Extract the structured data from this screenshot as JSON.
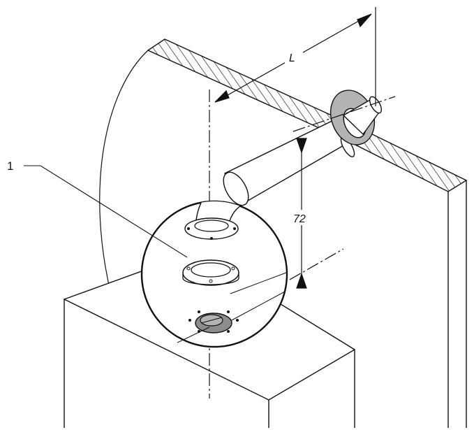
{
  "labels": {
    "part_number": "1",
    "length": "L",
    "height": "72"
  },
  "colors": {
    "line": "#111111",
    "gasket_fill": "#b3b3b3",
    "outlet_fill": "#8c8c8c",
    "background": "#ffffff"
  }
}
